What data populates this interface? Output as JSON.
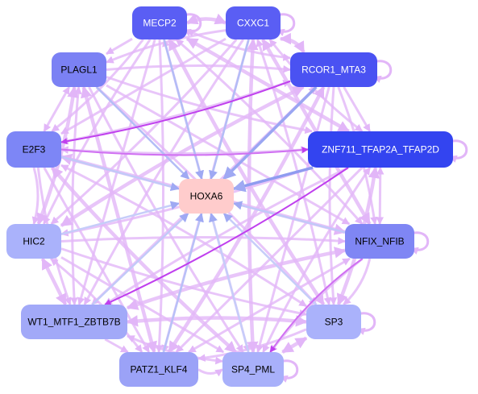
{
  "diagram": {
    "type": "regulatory-network",
    "target": "hoxa6",
    "nodes": [
      {
        "id": "hoxa6",
        "label": "HOXA6",
        "fill": "#ffcccc",
        "text_color": "#000000"
      },
      {
        "id": "mecp2",
        "label": "MECP2",
        "fill": "#5a5ef4",
        "text_color": "#ffffff"
      },
      {
        "id": "cxxc1",
        "label": "CXXC1",
        "fill": "#5a5ef4",
        "text_color": "#ffffff"
      },
      {
        "id": "plagl1",
        "label": "PLAGL1",
        "fill": "#7b81f4",
        "text_color": "#000000"
      },
      {
        "id": "rcor1_mta3",
        "label": "RCOR1_MTA3",
        "fill": "#4a52f2",
        "text_color": "#ffffff"
      },
      {
        "id": "e2f3",
        "label": "E2F3",
        "fill": "#7d86f6",
        "text_color": "#000000"
      },
      {
        "id": "znf711",
        "label": "ZNF711_TFAP2A_TFAP2D",
        "fill": "#3344f0",
        "text_color": "#ffffff"
      },
      {
        "id": "hic2",
        "label": "HIC2",
        "fill": "#aab2fb",
        "text_color": "#000000"
      },
      {
        "id": "nfix_nfib",
        "label": "NFIX_NFIB",
        "fill": "#7f86f4",
        "text_color": "#000000"
      },
      {
        "id": "wt1",
        "label": "WT1_MTF1_ZBTB7B",
        "fill": "#a2a9f8",
        "text_color": "#000000"
      },
      {
        "id": "sp3",
        "label": "SP3",
        "fill": "#aab2fb",
        "text_color": "#000000"
      },
      {
        "id": "patz1_klf4",
        "label": "PATZ1_KLF4",
        "fill": "#9ba2f7",
        "text_color": "#000000"
      },
      {
        "id": "sp4_pml",
        "label": "SP4_PML",
        "fill": "#a8b0fa",
        "text_color": "#000000"
      }
    ],
    "self_loops": [
      "mecp2",
      "cxxc1",
      "rcor1_mta3",
      "znf711",
      "nfix_nfib",
      "sp3",
      "sp4_pml"
    ],
    "edges_to_target": [
      {
        "from": "mecp2",
        "color": "#b3bdf6"
      },
      {
        "from": "cxxc1",
        "color": "#b3bdf6"
      },
      {
        "from": "plagl1",
        "color": "#b3bdf6"
      },
      {
        "from": "rcor1_mta3",
        "color": "#9aa6f2"
      },
      {
        "from": "e2f3",
        "color": "#c2c9f8"
      },
      {
        "from": "znf711",
        "color": "#8f9cf0"
      },
      {
        "from": "hic2",
        "color": "#c6cdf9"
      },
      {
        "from": "nfix_nfib",
        "color": "#c2c9f8"
      },
      {
        "from": "wt1",
        "color": "#c2c9f8"
      },
      {
        "from": "sp3",
        "color": "#c6cdf9"
      },
      {
        "from": "patz1_klf4",
        "color": "#b8c1f7"
      },
      {
        "from": "sp4_pml",
        "color": "#c6cdf9"
      }
    ],
    "strong_edges": [
      {
        "from": "rcor1_mta3",
        "to": "e2f3",
        "color": "#c040ee"
      },
      {
        "from": "e2f3",
        "to": "znf711",
        "color": "#d070f2"
      },
      {
        "from": "znf711",
        "to": "wt1",
        "color": "#c040ee"
      },
      {
        "from": "nfix_nfib",
        "to": "sp4_pml",
        "color": "#d070f2"
      }
    ],
    "mesh_edge_color": "#e2b6f8"
  }
}
